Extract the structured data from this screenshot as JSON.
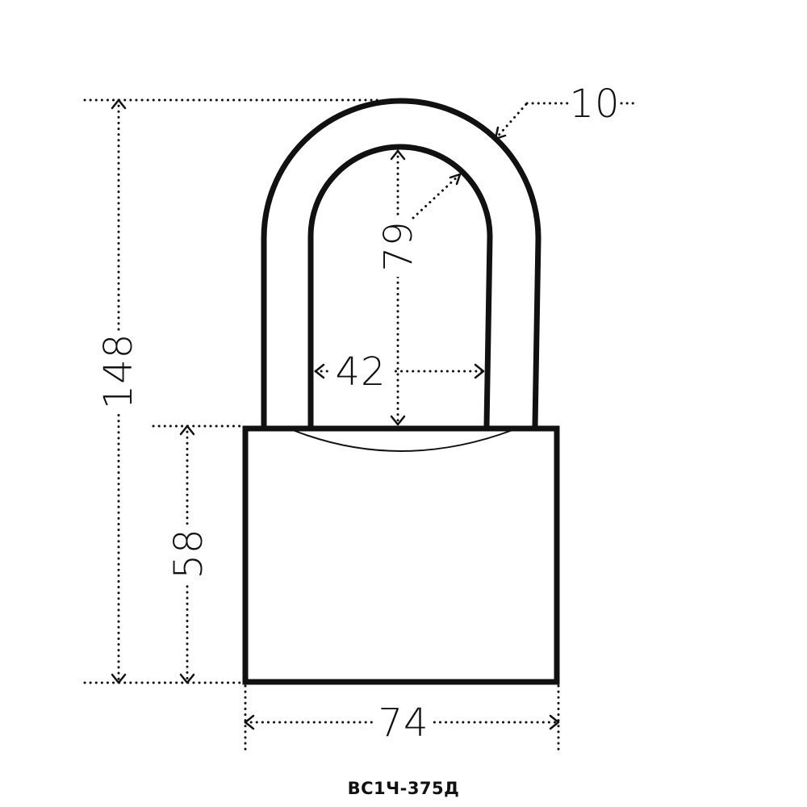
{
  "dimensions": {
    "overall_height": "148",
    "body_height": "58",
    "body_width": "74",
    "shackle_inner_width": "42",
    "shackle_inner_height": "79",
    "shackle_thickness": "10"
  },
  "model": "ВС1Ч-375Д"
}
